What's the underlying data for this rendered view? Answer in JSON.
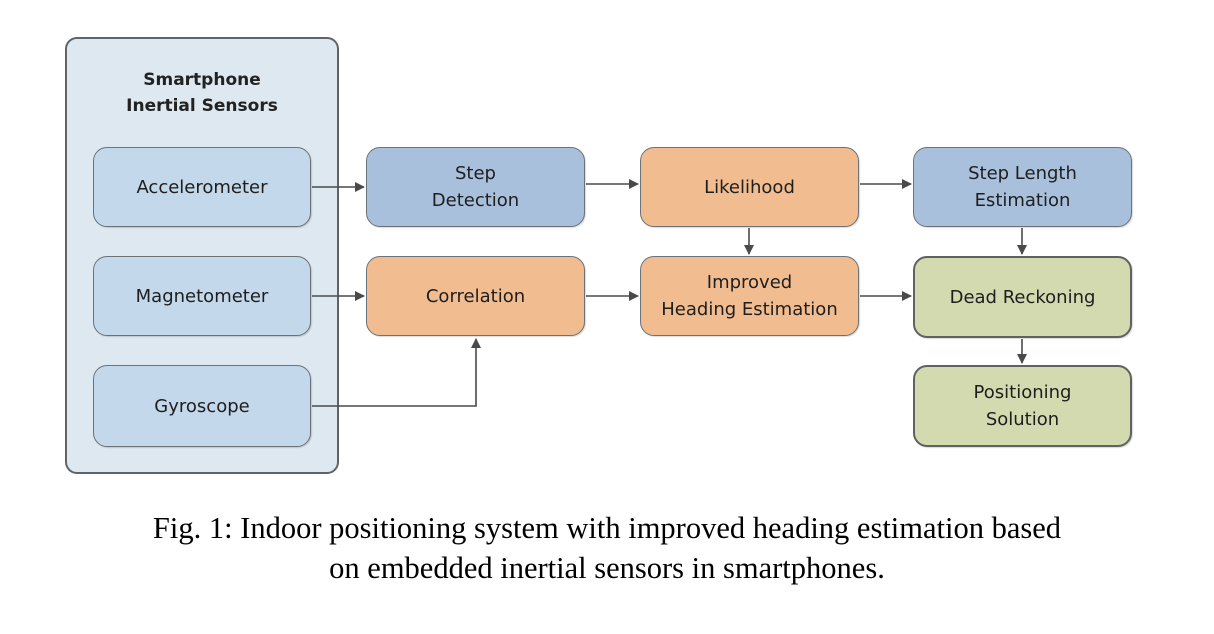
{
  "diagram": {
    "group_title": "Smartphone\nInertial Sensors",
    "sensors": {
      "accelerometer": "Accelerometer",
      "magnetometer": "Magnetometer",
      "gyroscope": "Gyroscope"
    },
    "nodes": {
      "step_detection": "Step\nDetection",
      "correlation": "Correlation",
      "likelihood": "Likelihood",
      "improved_heading": "Improved\nHeading Estimation",
      "step_length": "Step Length\nEstimation",
      "dead_reckoning": "Dead Reckoning",
      "positioning_solution": "Positioning\nSolution"
    },
    "colors": {
      "group_fill": "#dde8f1",
      "sensor_fill": "#c3d8ea",
      "blue_fill": "#a8c0dc",
      "orange_fill": "#f1bd90",
      "green_fill": "#d3dab0",
      "arrow": "#4a4a4a"
    }
  },
  "caption": "Fig. 1: Indoor positioning system with improved heading estimation based\non embedded inertial sensors in smartphones."
}
